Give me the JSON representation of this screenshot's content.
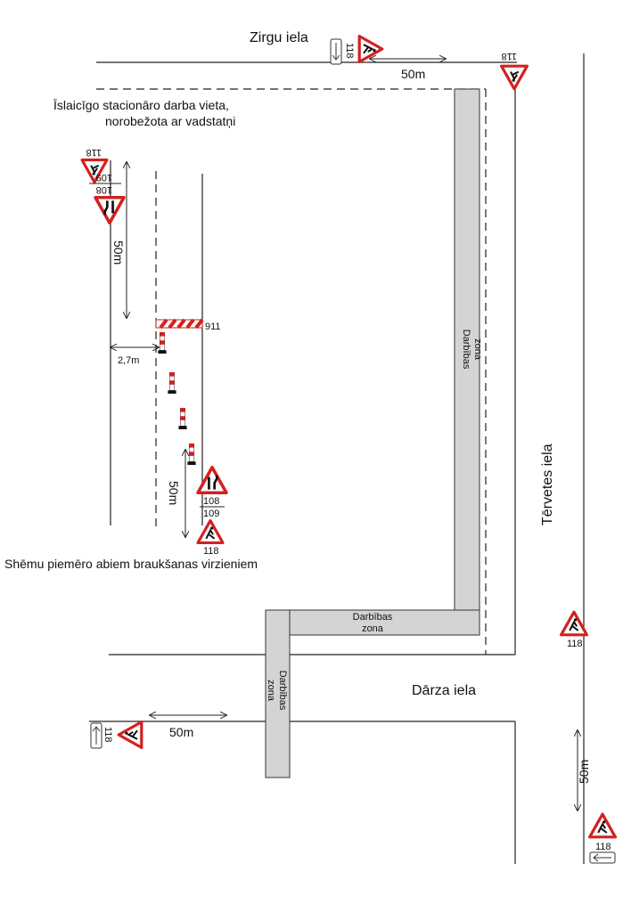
{
  "streets": {
    "zirgu": "Zirgu iela",
    "darza": "Dārza iela",
    "tervetes": "Tērvetes iela"
  },
  "notes": {
    "line1": "Īslaicīgo stacionāro darba vieta,",
    "line2": "norobežota ar vadstatņi",
    "apply": "Shēmu piemēro abiem braukšanas virzieniem"
  },
  "zone": {
    "line1": "Darbības",
    "line2": "zona"
  },
  "distances": {
    "d50": "50m",
    "lane": "2,7m"
  },
  "signs": {
    "s118": "118",
    "s108": "108",
    "s109": "109",
    "s911": "911"
  },
  "colors": {
    "sign_red": "#d42020",
    "zone_grey": "#d4d4d4"
  }
}
